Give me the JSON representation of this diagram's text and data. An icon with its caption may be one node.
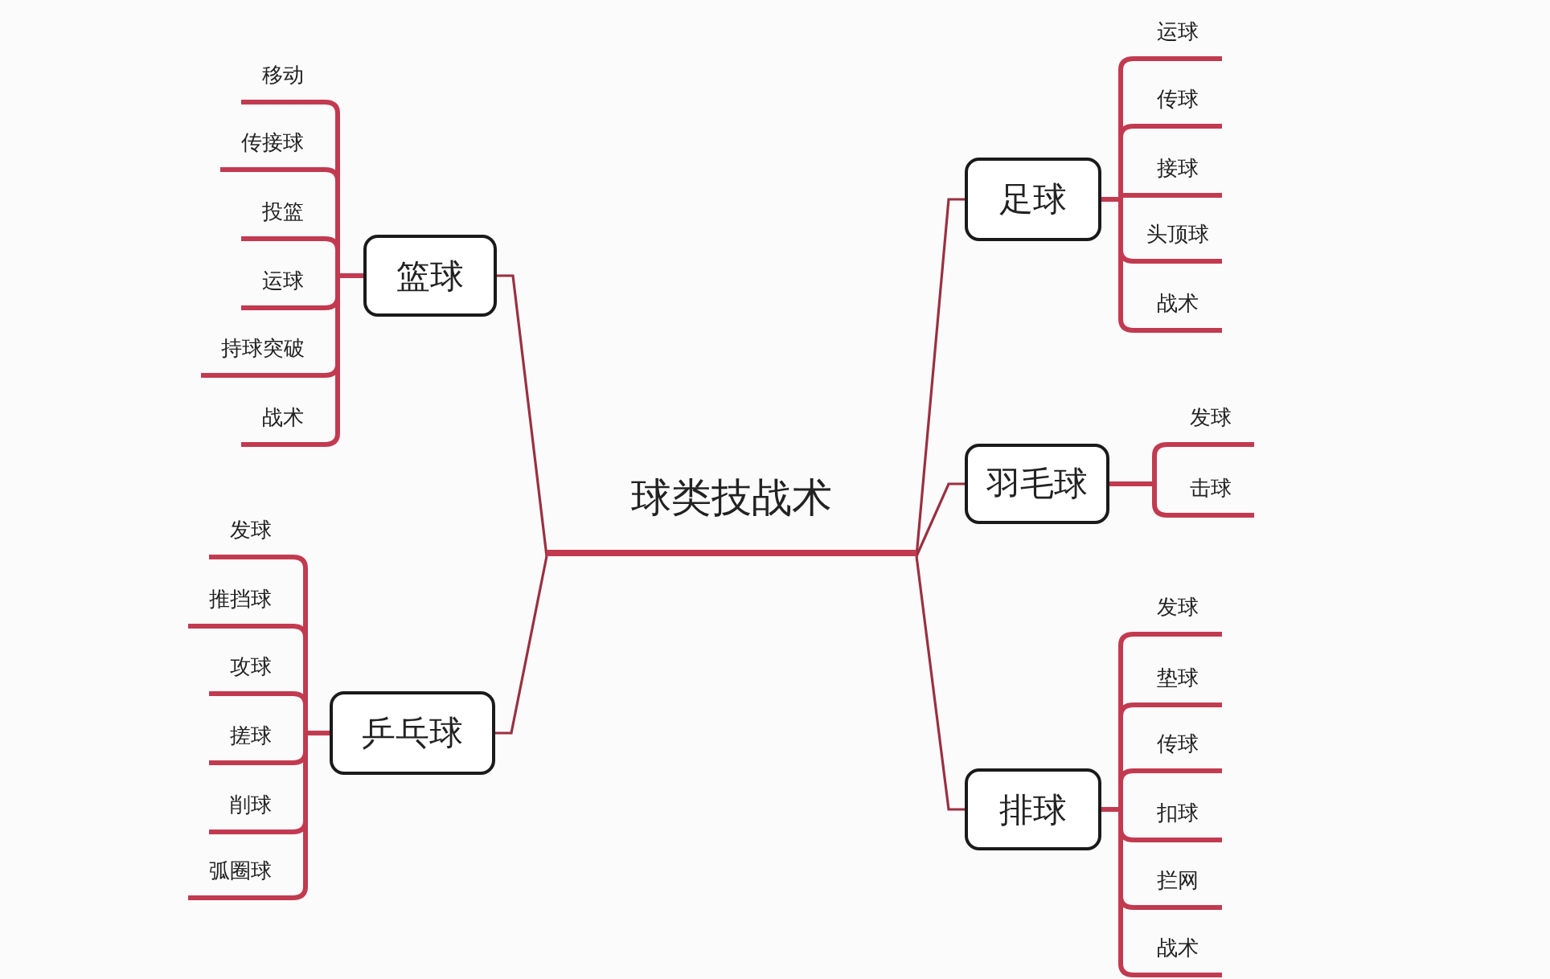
{
  "diagram": {
    "nodes": [
      {
        "text": [
          "球类技战术"
        ]
      },
      {
        "text": [
          "篮球"
        ]
      },
      {
        "text": [
          "移动"
        ]
      },
      {
        "text": [
          "传接球"
        ]
      },
      {
        "text": [
          "投篮"
        ]
      },
      {
        "text": [
          "运球"
        ]
      },
      {
        "text": [
          "持球突破"
        ]
      },
      {
        "text": [
          "战术"
        ]
      },
      {
        "text": [
          "乒乓球"
        ]
      },
      {
        "text": [
          "发球"
        ]
      },
      {
        "text": [
          "推挡球"
        ]
      },
      {
        "text": [
          "攻球"
        ]
      },
      {
        "text": [
          "搓球"
        ]
      },
      {
        "text": [
          "削球"
        ]
      },
      {
        "text": [
          "弧圈球"
        ]
      },
      {
        "text": [
          "足球"
        ]
      },
      {
        "text": [
          "运球"
        ]
      },
      {
        "text": [
          "传球"
        ]
      },
      {
        "text": [
          "接球"
        ]
      },
      {
        "text": [
          "头顶球"
        ]
      },
      {
        "text": [
          "战术"
        ]
      },
      {
        "text": [
          "羽毛球"
        ]
      },
      {
        "text": [
          "发球"
        ]
      },
      {
        "text": [
          "击球"
        ]
      },
      {
        "text": [
          "排球"
        ]
      },
      {
        "text": [
          "发球"
        ]
      },
      {
        "text": [
          "垫球"
        ]
      },
      {
        "text": [
          "传球"
        ]
      },
      {
        "text": [
          "扣球"
        ]
      },
      {
        "text": [
          "拦网"
        ]
      },
      {
        "text": [
          "战术"
        ]
      }
    ],
    "edges": [
      {
        "from": 0,
        "to": 1,
        "arrow": "none"
      },
      {
        "from": 0,
        "to": 8,
        "arrow": "none"
      },
      {
        "from": 0,
        "to": 15,
        "arrow": "none"
      },
      {
        "from": 0,
        "to": 21,
        "arrow": "none"
      },
      {
        "from": 0,
        "to": 24,
        "arrow": "none"
      },
      {
        "from": 1,
        "to": 2,
        "arrow": "none"
      },
      {
        "from": 1,
        "to": 3,
        "arrow": "none"
      },
      {
        "from": 1,
        "to": 4,
        "arrow": "none"
      },
      {
        "from": 1,
        "to": 5,
        "arrow": "none"
      },
      {
        "from": 1,
        "to": 6,
        "arrow": "none"
      },
      {
        "from": 1,
        "to": 7,
        "arrow": "none"
      },
      {
        "from": 8,
        "to": 9,
        "arrow": "none"
      },
      {
        "from": 8,
        "to": 10,
        "arrow": "none"
      },
      {
        "from": 8,
        "to": 11,
        "arrow": "none"
      },
      {
        "from": 8,
        "to": 12,
        "arrow": "none"
      },
      {
        "from": 8,
        "to": 13,
        "arrow": "none"
      },
      {
        "from": 8,
        "to": 14,
        "arrow": "none"
      },
      {
        "from": 15,
        "to": 16,
        "arrow": "none"
      },
      {
        "from": 15,
        "to": 17,
        "arrow": "none"
      },
      {
        "from": 15,
        "to": 18,
        "arrow": "none"
      },
      {
        "from": 15,
        "to": 19,
        "arrow": "none"
      },
      {
        "from": 15,
        "to": 20,
        "arrow": "none"
      },
      {
        "from": 21,
        "to": 22,
        "arrow": "none"
      },
      {
        "from": 21,
        "to": 23,
        "arrow": "none"
      },
      {
        "from": 24,
        "to": 25,
        "arrow": "none"
      },
      {
        "from": 24,
        "to": 26,
        "arrow": "none"
      },
      {
        "from": 24,
        "to": 27,
        "arrow": "none"
      },
      {
        "from": 24,
        "to": 28,
        "arrow": "none"
      },
      {
        "from": 24,
        "to": 29,
        "arrow": "none"
      },
      {
        "from": 24,
        "to": 30,
        "arrow": "none"
      }
    ]
  }
}
